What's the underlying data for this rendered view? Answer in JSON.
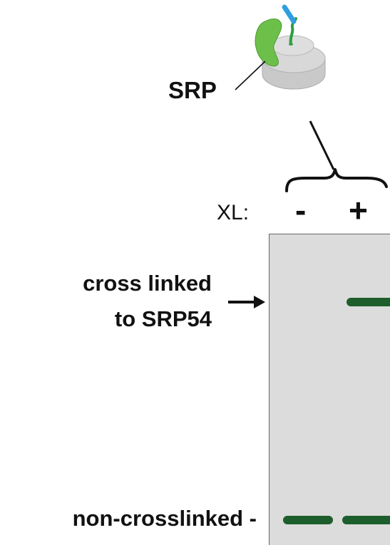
{
  "diagram": {
    "srp_label": "SRP",
    "xl_label": "XL:",
    "lane_minus": "-",
    "lane_plus": "+",
    "crosslinked_line1": "cross linked",
    "crosslinked_line2": "to SRP54",
    "noncrosslinked_label": "non-crosslinked -"
  },
  "colors": {
    "band": "#1d5e2c",
    "gel": "#dcdcdc",
    "srp54_subunit": "#6cc04a",
    "ribosome": "#d4d4d4",
    "nascent_chain_tip": "#2f9ee0",
    "nascent_chain": "#2e9e45"
  }
}
